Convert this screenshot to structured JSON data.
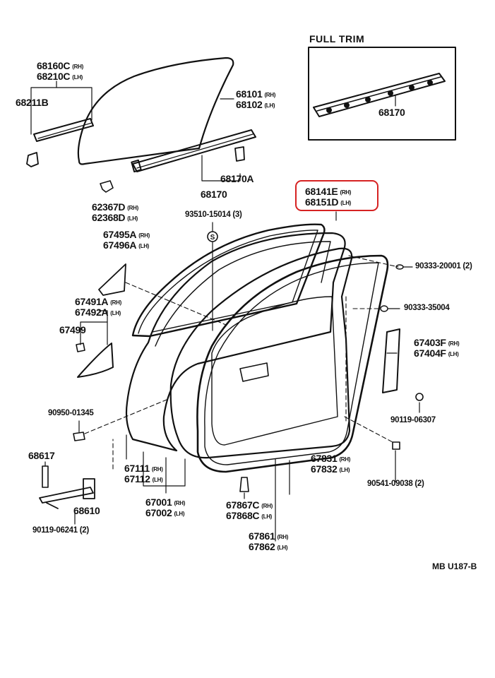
{
  "title": "FULL TRIM",
  "diagram_code": "MB U187-B",
  "parts": {
    "p68160C": {
      "number": "68160C",
      "side": "(RH)"
    },
    "p68210C": {
      "number": "68210C",
      "side": "(LH)"
    },
    "p68211B": {
      "number": "68211B"
    },
    "p68101": {
      "number": "68101",
      "side": "(RH)"
    },
    "p68102": {
      "number": "68102",
      "side": "(LH)"
    },
    "p68170_trim": {
      "number": "68170"
    },
    "p68170A": {
      "number": "68170A"
    },
    "p68170": {
      "number": "68170"
    },
    "p62367D": {
      "number": "62367D",
      "side": "(RH)"
    },
    "p62368D": {
      "number": "62368D",
      "side": "(LH)"
    },
    "p93510": {
      "number": "93510-15014 (3)"
    },
    "p68141E": {
      "number": "68141E",
      "side": "(RH)"
    },
    "p68151D": {
      "number": "68151D",
      "side": "(LH)"
    },
    "p67495A": {
      "number": "67495A",
      "side": "(RH)"
    },
    "p67496A": {
      "number": "67496A",
      "side": "(LH)"
    },
    "p67491A": {
      "number": "67491A",
      "side": "(RH)"
    },
    "p67492A": {
      "number": "67492A",
      "side": "(LH)"
    },
    "p67499": {
      "number": "67499"
    },
    "p90333_20001": {
      "number": "90333-20001 (2)"
    },
    "p90333_35004": {
      "number": "90333-35004"
    },
    "p67403F": {
      "number": "67403F",
      "side": "(RH)"
    },
    "p67404F": {
      "number": "67404F",
      "side": "(LH)"
    },
    "p90119_06307": {
      "number": "90119-06307"
    },
    "p90950": {
      "number": "90950-01345"
    },
    "p68617": {
      "number": "68617"
    },
    "p68610": {
      "number": "68610"
    },
    "p90119_06241": {
      "number": "90119-06241 (2)"
    },
    "p67111": {
      "number": "67111",
      "side": "(RH)"
    },
    "p67112": {
      "number": "67112",
      "side": "(LH)"
    },
    "p67001": {
      "number": "67001",
      "side": "(RH)"
    },
    "p67002": {
      "number": "67002",
      "side": "(LH)"
    },
    "p67831": {
      "number": "67831",
      "side": "(RH)"
    },
    "p67832": {
      "number": "67832",
      "side": "(LH)"
    },
    "p90541": {
      "number": "90541-09038 (2)"
    },
    "p67867C": {
      "number": "67867C",
      "side": "(RH)"
    },
    "p67868C": {
      "number": "67868C",
      "side": "(LH)"
    },
    "p67861": {
      "number": "67861",
      "side": "(RH)"
    },
    "p67862": {
      "number": "67862",
      "side": "(LH)"
    },
    "screw_symbol": "S"
  },
  "colors": {
    "ink": "#111111",
    "highlight": "#d62222",
    "background": "#ffffff"
  },
  "highlighted_part": "68141E / 68151D"
}
